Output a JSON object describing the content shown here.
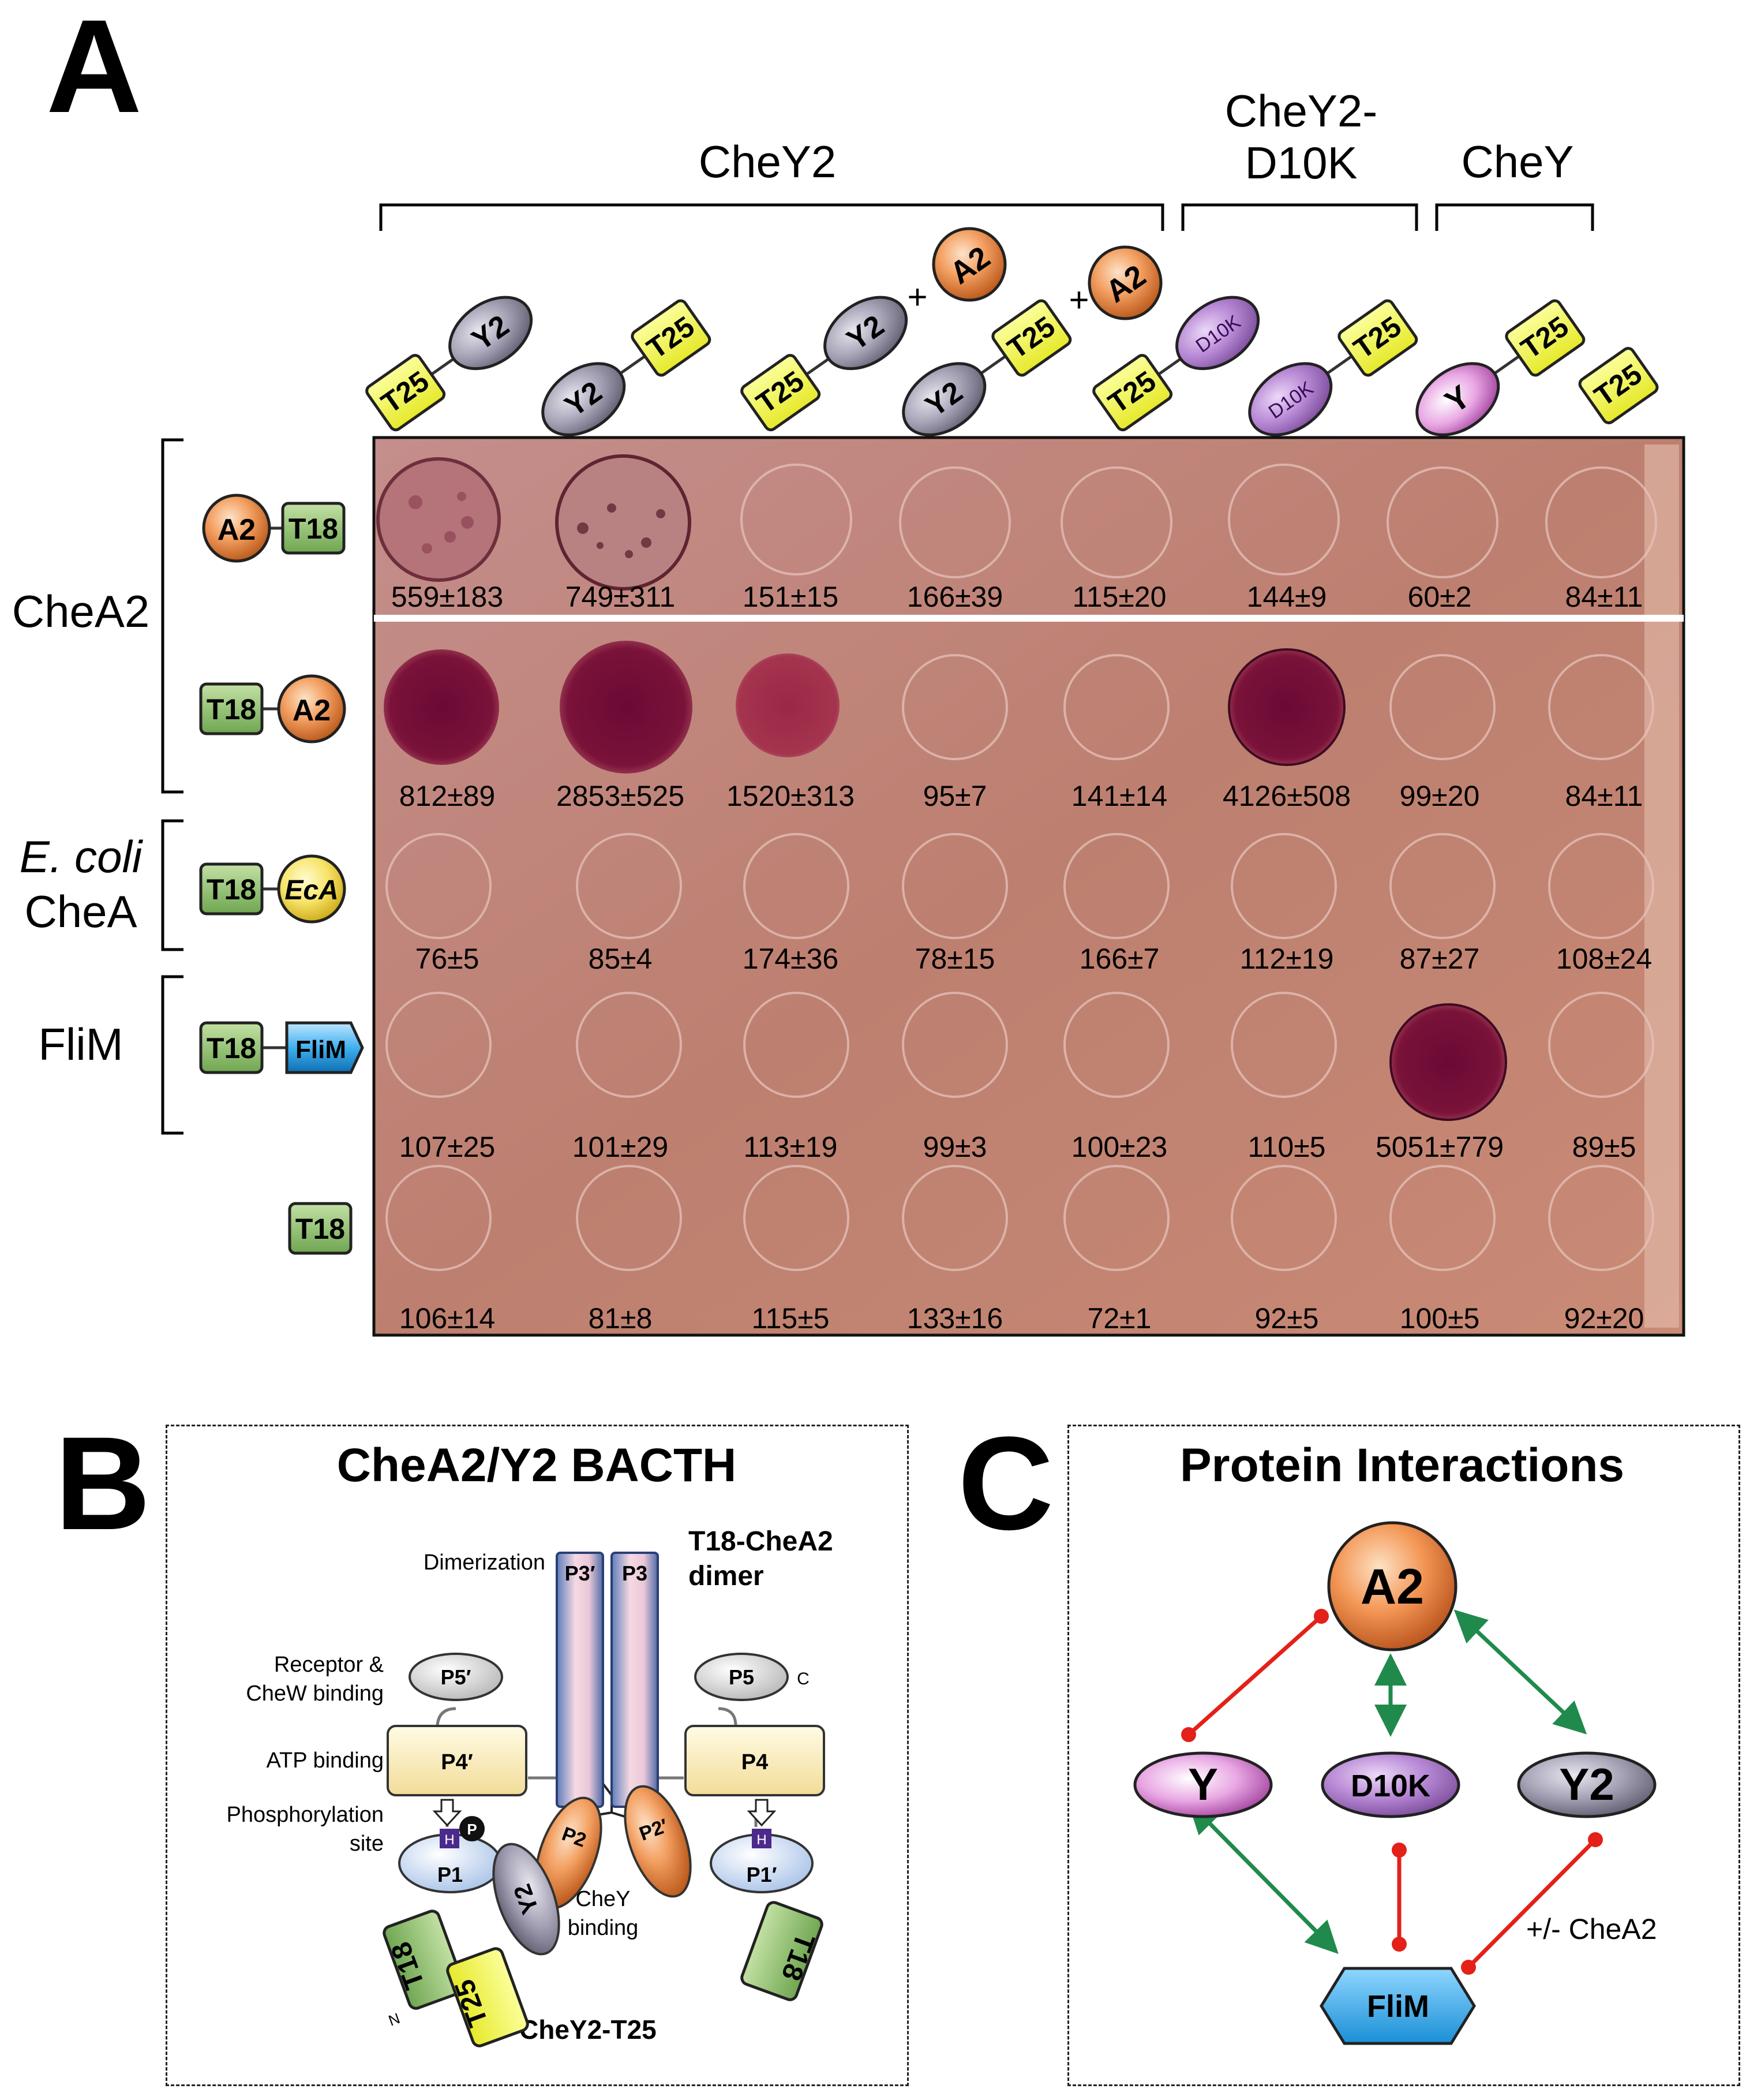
{
  "panels": {
    "a": "A",
    "b": "B",
    "c": "C"
  },
  "panel_a": {
    "top_groups": {
      "chey2": "CheY2",
      "chey2_d10k_line1": "CheY2-",
      "chey2_d10k_line2": "D10K",
      "chey": "CheY"
    },
    "columns": [
      {
        "left": "T25",
        "right": "Y2",
        "extra": ""
      },
      {
        "left": "Y2",
        "right": "T25",
        "extra": ""
      },
      {
        "left": "T25",
        "right": "Y2",
        "extra": "A2"
      },
      {
        "left": "Y2",
        "right": "T25",
        "extra": "A2"
      },
      {
        "left": "T25",
        "right": "D10K",
        "extra": ""
      },
      {
        "left": "D10K",
        "right": "T25",
        "extra": ""
      },
      {
        "left": "Y",
        "right": "T25",
        "extra": ""
      },
      {
        "left": "T25",
        "right": "",
        "extra": ""
      }
    ],
    "plus": "+",
    "left_groups": {
      "chea2": "CheA2",
      "ecoli_italic": "E. coli",
      "ecoli_chea": "CheA",
      "flim": "FliM"
    },
    "row_constructs": [
      {
        "a": "A2",
        "b": "T18"
      },
      {
        "a": "T18",
        "b": "A2"
      },
      {
        "a": "T18",
        "b": "EcA"
      },
      {
        "a": "T18",
        "b": "FliM"
      },
      {
        "a": "T18",
        "b": ""
      }
    ],
    "values": [
      [
        "559±183",
        "749±311",
        "151±15",
        "166±39",
        "115±20",
        "144±9",
        "60±2",
        "84±11"
      ],
      [
        "812±89",
        "2853±525",
        "1520±313",
        "95±7",
        "141±14",
        "4126±508",
        "99±20",
        "84±11"
      ],
      [
        "76±5",
        "85±4",
        "174±36",
        "78±15",
        "166±7",
        "112±19",
        "87±27",
        "108±24"
      ],
      [
        "107±25",
        "101±29",
        "113±19",
        "99±3",
        "100±23",
        "110±5",
        "5051±779",
        "89±5"
      ],
      [
        "106±14",
        "81±8",
        "115±5",
        "133±16",
        "72±1",
        "92±5",
        "100±5",
        "92±20"
      ]
    ]
  },
  "panel_b": {
    "title": "CheA2/Y2 BACTH",
    "dimerization": "Dimerization",
    "receptor_line1": "Receptor &",
    "receptor_line2": "CheW binding",
    "atp": "ATP binding",
    "phos_line1": "Phosphorylation",
    "phos_line2": "site",
    "dimer_line1": "T18-CheA2",
    "dimer_line2": "dimer",
    "chey_binding_line1": "CheY",
    "chey_binding_line2": "binding",
    "chey2_t25": "CheY2-T25",
    "domains": {
      "p3p": "P3′",
      "p3": "P3",
      "p5p": "P5′",
      "p5": "P5",
      "c": "C",
      "p4p": "P4′",
      "p4": "P4",
      "p1": "P1",
      "p1p": "P1′",
      "p2": "P2",
      "p2p": "P2′",
      "h": "H",
      "p": "P",
      "y2": "Y2",
      "t18": "T18",
      "t25": "T25",
      "n": "N"
    }
  },
  "panel_c": {
    "title": "Protein Interactions",
    "nodes": {
      "a2": "A2",
      "y": "Y",
      "d10k": "D10K",
      "y2": "Y2",
      "flim": "FliM"
    },
    "note": "+/- CheA2"
  }
}
